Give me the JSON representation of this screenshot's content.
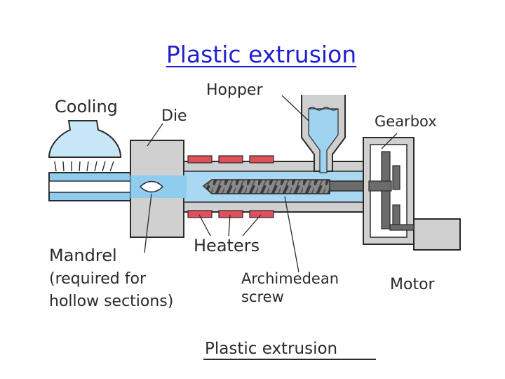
{
  "slide": {
    "title": "Plastic extrusion"
  },
  "diagram": {
    "labels": {
      "cooling": "Cooling",
      "die": "Die",
      "hopper": "Hopper",
      "gearbox": "Gearbox",
      "mandrel_line1": "Mandrel",
      "mandrel_line2": "(required for",
      "mandrel_line3": "hollow sections)",
      "heaters": "Heaters",
      "screw_line1": "Archimedean",
      "screw_line2": "screw",
      "motor": "Motor",
      "caption": "Plastic extrusion"
    },
    "colors": {
      "plastic": "#a9d8f2",
      "plastic_dark": "#5fb3e0",
      "metal": "#c8c8c8",
      "heater": "#e0505a",
      "screw": "#6b6b6b",
      "ink": "#2a2a2a",
      "title": "#1f1fd0"
    }
  }
}
